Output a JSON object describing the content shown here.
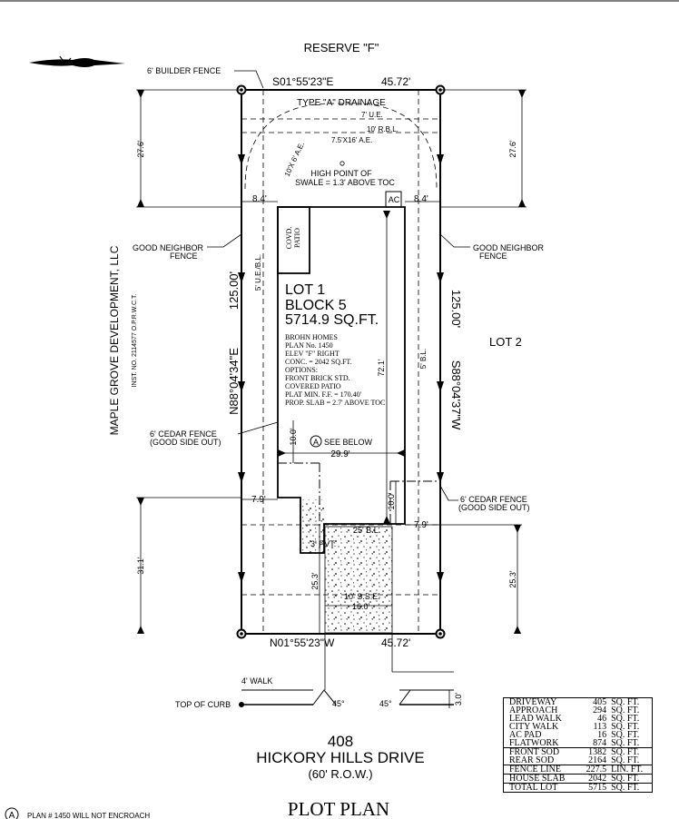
{
  "title": "PLOT PLAN",
  "address": {
    "number": "408",
    "street": "HICKORY HILLS DRIVE",
    "row": "(60' R.O.W.)"
  },
  "reserve": "RESERVE \"F\"",
  "lot2": "LOT 2",
  "owner": {
    "name": "MAPLE GROVE DEVELOPMENT, LLC",
    "inst": "INST. NO. 2114577 O.P.R.W.C.T."
  },
  "bearings": {
    "top": "S01°55'23\"E",
    "top_dist": "45.72'",
    "bottom": "N01°55'23\"W",
    "bottom_dist": "45.72'",
    "left": "N88°04'34\"E",
    "left_dist": "125.00'",
    "right": "S88°04'37\"W",
    "right_dist": "125.00'"
  },
  "lot": {
    "line1": "LOT 1",
    "line2": "BLOCK 5",
    "line3": "5714.9  SQ.FT."
  },
  "house": [
    "BROHN HOMES",
    "PLAN No. 1450",
    "ELEV \"F\" RIGHT",
    "CONC. = 2042 SQ.FT.",
    "OPTIONS:",
    "FRONT BRICK STD.",
    "COVERED PATIO",
    "PLAT MIN. F.F. = 170.40'",
    "PROP. SLAB = 2.7' ABOVE TOC"
  ],
  "labels": {
    "builder_fence": "6' BUILDER FENCE",
    "good_neighbor_l1": "GOOD NEIGHBOR",
    "good_neighbor_l2": "FENCE",
    "cedar_l1": "6' CEDAR FENCE",
    "cedar_l2": "(GOOD SIDE OUT)",
    "type_a": "TYPE \"A\" DRAINAGE",
    "ue7": "7' U.E.",
    "rbl10": "10' R.B.L.",
    "ae75": "7.5'X16' A.E.",
    "ae10": "10'X 6' A.E.",
    "swale1": "HIGH POINT OF",
    "swale2": "SWALE = 1.3' ABOVE TOC",
    "ac": "AC",
    "covd1": "COVD.",
    "covd2": "PATIO",
    "ubl5": "5' U.E./B.L.",
    "bl5": "5' B.L.",
    "see_below": "SEE BELOW",
    "circle_a": "A",
    "bl25": "25' B.L.",
    "pvt3": "3' PVT.",
    "sse10": "10' S.S.E.",
    "walk": "4' WALK",
    "curb": "TOP OF CURB",
    "angle": "45°",
    "note": "PLAN # 1450 WILL NOT ENCROACH"
  },
  "dims": {
    "d276": "27.6'",
    "d84": "8.4'",
    "d721": "72.1'",
    "d100": "10.0'",
    "d299": "29.9'",
    "d79": "7.9'",
    "d311": "31.1'",
    "d253": "25.3'",
    "d160": "16.0'",
    "d30": "3.0'"
  },
  "areas": [
    {
      "label": "DRIVEWAY",
      "value": "405",
      "unit": "SQ. FT."
    },
    {
      "label": "APPROACH",
      "value": "294",
      "unit": "SQ. FT."
    },
    {
      "label": "LEAD WALK",
      "value": "46",
      "unit": "SQ. FT."
    },
    {
      "label": "CITY WALK",
      "value": "113",
      "unit": "SQ. FT."
    },
    {
      "label": "AC PAD",
      "value": "16",
      "unit": "SQ. FT."
    },
    {
      "label": "FLATWORK",
      "value": "874",
      "unit": "SQ. FT."
    },
    {
      "label": "FRONT SOD",
      "value": "1382",
      "unit": "SQ. FT."
    },
    {
      "label": "REAR SOD",
      "value": "2164",
      "unit": "SQ. FT."
    },
    {
      "label": "FENCE LINE",
      "value": "227.5",
      "unit": "LIN. FT."
    },
    {
      "label": "HOUSE SLAB",
      "value": "2042",
      "unit": "SQ. FT."
    },
    {
      "label": "TOTAL LOT",
      "value": "5715",
      "unit": "SQ. FT."
    }
  ]
}
